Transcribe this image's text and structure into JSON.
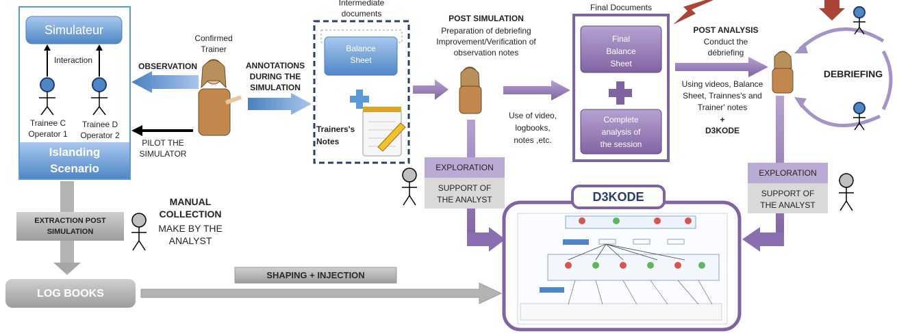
{
  "simulator": {
    "title": "Simulateur",
    "interaction": "Interaction",
    "trainee_c_line1": "Trainee C",
    "trainee_c_line2": "Operator 1",
    "trainee_d_line1": "Trainee D",
    "trainee_d_line2": "Operator 2",
    "scenario_line1": "Islanding",
    "scenario_line2": "Scenario"
  },
  "trainer": {
    "line1": "Confirmed",
    "line2": "Trainer"
  },
  "observation": "OBSERVATION",
  "pilot": {
    "line1": "PILOT THE",
    "line2": "SIMULATOR"
  },
  "annotations": {
    "line1": "ANNOTATIONS",
    "line2": "DURING THE",
    "line3": "SIMULATION"
  },
  "intermediate": {
    "line1": "Intermediate",
    "line2": "documents",
    "balance_line1": "Balance",
    "balance_line2": "Sheet",
    "notes_line1": "Trainers's",
    "notes_line2": "Notes"
  },
  "post_simulation": {
    "title": "POST SIMULATION",
    "line1": "Preparation of debriefing",
    "line2": "Improvement/Verification of",
    "line3": "observation notes"
  },
  "use_of": {
    "line1": "Use of video,",
    "line2": "logbooks,",
    "line3": "notes ,etc."
  },
  "final_docs": {
    "title": "Final Documents",
    "final_line1": "Final",
    "final_line2": "Balance",
    "final_line3": "Sheet",
    "complete_line1": "Complete",
    "complete_line2": "analysis of",
    "complete_line3": "the session"
  },
  "post_analysis": {
    "title": "POST ANALYSIS",
    "line1": "Conduct the",
    "line2": "débriefing"
  },
  "using": {
    "line1": "Using videos, Balance",
    "line2": "Sheet, Trainnes's and",
    "line3": "Trainer' notes",
    "plus": "+",
    "d3kode": "D3KODE"
  },
  "debriefing": "DEBRIEFING",
  "exploration_left": {
    "title": "EXPLORATION",
    "line1": "SUPPORT OF",
    "line2": "THE ANALYST"
  },
  "exploration_right": {
    "title": "EXPLORATION",
    "line1": "SUPPORT OF",
    "line2": "THE ANALYST"
  },
  "d3kode_title": "D3KODE",
  "extraction": {
    "line1": "EXTRACTION POST",
    "line2": "SIMULATION"
  },
  "manual": {
    "line1": "MANUAL",
    "line2": "COLLECTION",
    "line3": "MAKE BY THE",
    "line4": "ANALYST"
  },
  "logbooks": "LOG BOOKS",
  "shaping": "SHAPING + INJECTION",
  "colors": {
    "blue": "#5b9bd5",
    "purple": "#8064a2",
    "gray": "#a6a6a6",
    "dark_red": "#a94436",
    "navy": "#2a3f6b"
  }
}
